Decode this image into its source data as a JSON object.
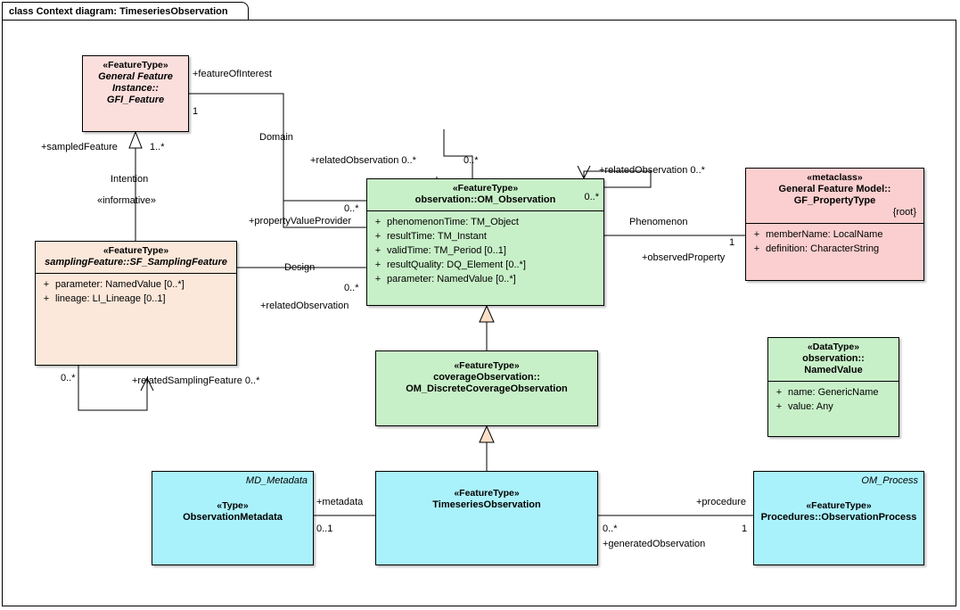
{
  "diagram": {
    "frame_title": "class Context diagram: TimeseriesObservation"
  },
  "nodes": {
    "gfi_feature": {
      "stereotype": "«FeatureType»",
      "name_line1": "General Feature",
      "name_line2": "Instance::",
      "name_line3": "GFI_Feature",
      "fill": "#fbdfdc"
    },
    "sampling_feature": {
      "stereotype": "«FeatureType»",
      "name": "samplingFeature::SF_SamplingFeature",
      "fill": "#fbe8da",
      "attributes": [
        {
          "visibility": "+",
          "text": "parameter: NamedValue [0..*]"
        },
        {
          "visibility": "+",
          "text": "lineage: LI_Lineage [0..1]"
        }
      ]
    },
    "om_observation": {
      "stereotype": "«FeatureType»",
      "name": "observation::OM_Observation",
      "fill": "#c8f0c8",
      "corner_multiplicity": "0..*",
      "attributes": [
        {
          "visibility": "+",
          "text": "phenomenonTime: TM_Object"
        },
        {
          "visibility": "+",
          "text": "resultTime: TM_Instant"
        },
        {
          "visibility": "+",
          "text": "validTime: TM_Period [0..1]"
        },
        {
          "visibility": "+",
          "text": "resultQuality: DQ_Element [0..*]"
        },
        {
          "visibility": "+",
          "text": "parameter: NamedValue [0..*]"
        }
      ]
    },
    "gf_propertytype": {
      "stereotype": "«metaclass»",
      "name_line1": "General Feature Model::",
      "name_line2": "GF_PropertyType",
      "fill": "#fbcfcf",
      "tag": "{root}",
      "attributes": [
        {
          "visibility": "+",
          "text": "memberName: LocalName"
        },
        {
          "visibility": "+",
          "text": "definition: CharacterString"
        }
      ]
    },
    "discrete_coverage": {
      "stereotype": "«FeatureType»",
      "name_line1": "coverageObservation::",
      "name_line2": "OM_DiscreteCoverageObservation",
      "fill": "#c8f0c8"
    },
    "named_value": {
      "stereotype": "«DataType»",
      "name_line1": "observation::",
      "name_line2": "NamedValue",
      "fill": "#c8f0c8",
      "attributes": [
        {
          "visibility": "+",
          "text": "name: GenericName"
        },
        {
          "visibility": "+",
          "text": "value: Any"
        }
      ]
    },
    "observation_metadata": {
      "corner_label": "MD_Metadata",
      "stereotype": "«Type»",
      "name": "ObservationMetadata",
      "fill": "#aaf2fb"
    },
    "timeseries_observation": {
      "stereotype": "«FeatureType»",
      "name": "TimeseriesObservation",
      "fill": "#aaf2fb"
    },
    "observation_process": {
      "corner_label": "OM_Process",
      "stereotype": "«FeatureType»",
      "name": "Procedures::ObservationProcess",
      "fill": "#aaf2fb"
    }
  },
  "labels": {
    "feature_of_interest": "+featureOfInterest",
    "foi_mult": "1",
    "domain": "Domain",
    "sampled_feature": "+sampledFeature",
    "sampled_feature_mult": "1..*",
    "intention": "Intention",
    "informative": "«informative»",
    "related_observation_top": "+relatedObservation 0..*",
    "mult_top_right": "0..*",
    "related_observation_right": "+relatedObservation 0..*",
    "property_value_provider": "+propertyValueProvider",
    "pvp_mult": "0..*",
    "design": "Design",
    "design_mult": "0..*",
    "related_observation_left": "+relatedObservation",
    "phenomenon": "Phenomenon",
    "phenomenon_mult": "1",
    "observed_property": "+observedProperty",
    "related_sampling_feature": "+relatedSamplingFeature 0..*",
    "rsf_mult": "0..*",
    "metadata": "+metadata",
    "metadata_mult": "0..1",
    "procedure": "+procedure",
    "procedure_mult": "1",
    "generated_observation": "+generatedObservation",
    "generated_observation_mult": "0..*"
  }
}
